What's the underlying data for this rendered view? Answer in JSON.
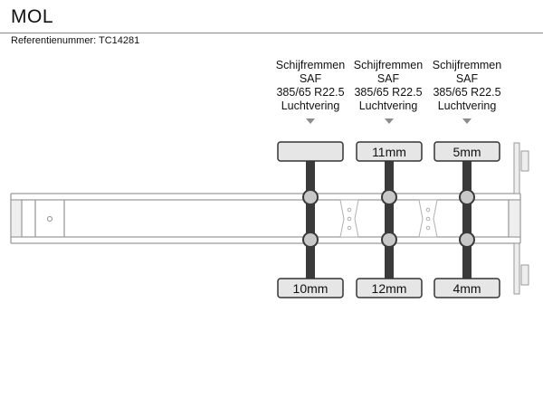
{
  "header": {
    "title": "MOL",
    "reference_label": "Referentienummer:",
    "reference_value": "TC14281"
  },
  "axles": [
    {
      "brake": "Schijfremmen",
      "brand": "SAF",
      "tire_size": "385/65 R22.5",
      "suspension": "Luchtvering",
      "top_tread": "",
      "bottom_tread": "10mm"
    },
    {
      "brake": "Schijfremmen",
      "brand": "SAF",
      "tire_size": "385/65 R22.5",
      "suspension": "Luchtvering",
      "top_tread": "11mm",
      "bottom_tread": "12mm"
    },
    {
      "brake": "Schijfremmen",
      "brand": "SAF",
      "tire_size": "385/65 R22.5",
      "suspension": "Luchtvering",
      "top_tread": "5mm",
      "bottom_tread": "4mm"
    }
  ],
  "colors": {
    "frame_stroke": "#9a9a9a",
    "axle_fill": "#3a3a3a",
    "tire_fill": "#e6e6e6",
    "hub_fill": "#c8c8c8",
    "arrow_fill": "#8c8c8c"
  }
}
